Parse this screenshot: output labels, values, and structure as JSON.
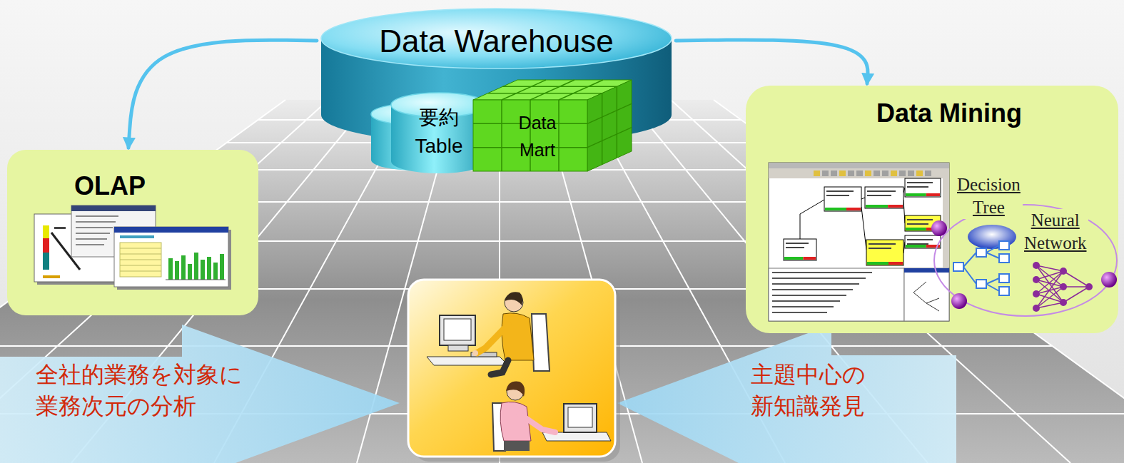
{
  "diagram": {
    "nodes": [
      {
        "text": [
          "Data Warehouse"
        ]
      },
      {
        "text": [
          "要約 Table"
        ],
        "in": 0
      },
      {
        "text": [
          "Data Mart"
        ],
        "in": 0
      },
      {
        "text": [
          "OLAP"
        ]
      },
      {
        "text": [
          "Data Mining"
        ]
      }
    ],
    "edges": [
      {
        "from": 0,
        "to": 3,
        "arrow": "to"
      },
      {
        "from": 0,
        "to": 4,
        "arrow": "to"
      }
    ],
    "labels": [
      "Decision Tree",
      "Neural Network",
      "全社的業務を対象に 業務次元の分析",
      "主題中心の 新知識発見"
    ]
  }
}
